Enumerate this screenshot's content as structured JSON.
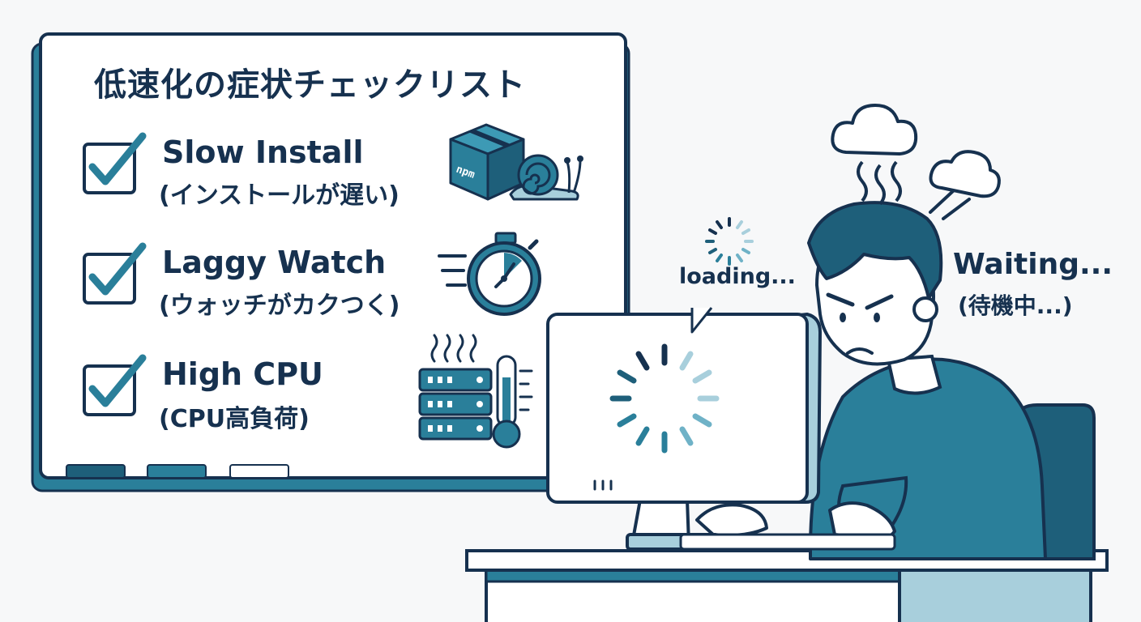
{
  "checklist": {
    "title": "低速化の症状チェックリスト",
    "items": [
      {
        "label_en": "Slow Install",
        "label_jp": "(インストールが遅い)",
        "checked": true,
        "icon": "npm-box-snail-icon"
      },
      {
        "label_en": "Laggy Watch",
        "label_jp": "(ウォッチがカクつく)",
        "checked": true,
        "icon": "stopwatch-icon"
      },
      {
        "label_en": "High CPU",
        "label_jp": "(CPU高負荷)",
        "checked": true,
        "icon": "hot-server-thermometer-icon"
      }
    ],
    "box_label": "npm"
  },
  "computer": {
    "bubble": "loading..."
  },
  "person": {
    "status_en": "Waiting...",
    "status_jp": "(待機中...)"
  },
  "colors": {
    "navy": "#16314f",
    "teal": "#2a7f9a",
    "dark_teal": "#1e5f7a",
    "light_teal": "#a8cfdc",
    "background": "#f7f8f9"
  }
}
